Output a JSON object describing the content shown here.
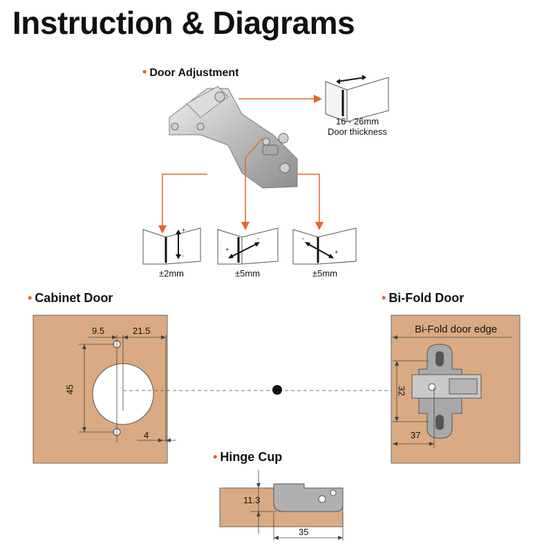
{
  "title": "Instruction & Diagrams",
  "sections": {
    "door_adjustment": "Door Adjustment",
    "cabinet_door": "Cabinet Door",
    "bifold_door": "Bi-Fold Door",
    "hinge_cup": "Hinge Cup"
  },
  "door_thickness": {
    "range": "16 - 26mm",
    "label": "Door thickness"
  },
  "adjustments": [
    "±2mm",
    "±5mm",
    "±5mm"
  ],
  "cabinet_dims": {
    "left_offset": "9.5",
    "right_offset": "21.5",
    "height": "45",
    "edge": "4"
  },
  "bifold_dims": {
    "edge_label": "Bi-Fold door edge",
    "height": "32",
    "width": "37"
  },
  "hinge_cup_dims": {
    "depth": "11.3",
    "diameter": "35"
  },
  "colors": {
    "accent": "#e8632b",
    "wood": "#d9aa83",
    "metal": "#c4c4c4"
  },
  "icons": {
    "bullet": "•",
    "plus": "+",
    "minus": "-"
  }
}
